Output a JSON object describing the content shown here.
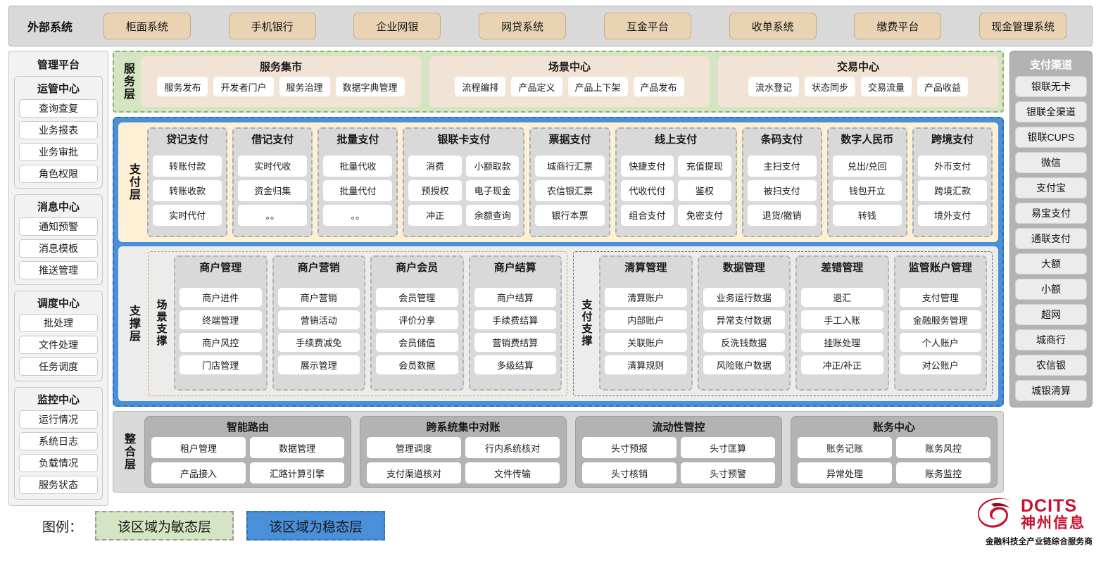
{
  "external": {
    "title": "外部系统",
    "items": [
      "柜面系统",
      "手机银行",
      "企业网银",
      "网贷系统",
      "互金平台",
      "收单系统",
      "缴费平台",
      "现金管理系统"
    ]
  },
  "management": {
    "title": "管理平台",
    "groups": [
      {
        "title": "运管中心",
        "items": [
          "查询查复",
          "业务报表",
          "业务审批",
          "角色权限"
        ]
      },
      {
        "title": "消息中心",
        "items": [
          "通知预警",
          "消息模板",
          "推送管理"
        ]
      },
      {
        "title": "调度中心",
        "items": [
          "批处理",
          "文件处理",
          "任务调度"
        ]
      },
      {
        "title": "监控中心",
        "items": [
          "运行情况",
          "系统日志",
          "负载情况",
          "服务状态"
        ]
      }
    ]
  },
  "channels": {
    "title": "支付渠道",
    "items": [
      "银联无卡",
      "银联全渠道",
      "银联CUPS",
      "微信",
      "支付宝",
      "易宝支付",
      "通联支付",
      "大额",
      "小额",
      "超网",
      "城商行",
      "农信银",
      "城银清算"
    ]
  },
  "service_layer": {
    "label": "服务层",
    "groups": [
      {
        "title": "服务集市",
        "items": [
          "服务发布",
          "开发者门户",
          "服务治理",
          "数据字典管理"
        ]
      },
      {
        "title": "场景中心",
        "items": [
          "流程编排",
          "产品定义",
          "产品上下架",
          "产品发布"
        ]
      },
      {
        "title": "交易中心",
        "items": [
          "流水登记",
          "状态同步",
          "交易流量",
          "产品收益"
        ]
      }
    ]
  },
  "payment_layer": {
    "label": "支付层",
    "groups": [
      {
        "title": "贷记支付",
        "cols": 1,
        "rows": [
          [
            "转账付款"
          ],
          [
            "转账收款"
          ],
          [
            "实时代付"
          ]
        ]
      },
      {
        "title": "借记支付",
        "cols": 1,
        "rows": [
          [
            "实时代收"
          ],
          [
            "资金归集"
          ],
          [
            "。。"
          ]
        ]
      },
      {
        "title": "批量支付",
        "cols": 1,
        "rows": [
          [
            "批量代收"
          ],
          [
            "批量代付"
          ],
          [
            "。。"
          ]
        ]
      },
      {
        "title": "银联卡支付",
        "cols": 2,
        "rows": [
          [
            "消费",
            "小额取款"
          ],
          [
            "预授权",
            "电子现金"
          ],
          [
            "冲正",
            "余额查询"
          ]
        ]
      },
      {
        "title": "票据支付",
        "cols": 1,
        "rows": [
          [
            "城商行汇票"
          ],
          [
            "农信银汇票"
          ],
          [
            "银行本票"
          ]
        ]
      },
      {
        "title": "线上支付",
        "cols": 2,
        "rows": [
          [
            "快捷支付",
            "充值提现"
          ],
          [
            "代收代付",
            "鉴权"
          ],
          [
            "组合支付",
            "免密支付"
          ]
        ]
      },
      {
        "title": "条码支付",
        "cols": 1,
        "rows": [
          [
            "主扫支付"
          ],
          [
            "被扫支付"
          ],
          [
            "退货/撤销"
          ]
        ]
      },
      {
        "title": "数字人民币",
        "cols": 1,
        "rows": [
          [
            "兑出/兑回"
          ],
          [
            "钱包开立"
          ],
          [
            "转钱"
          ]
        ]
      },
      {
        "title": "跨境支付",
        "cols": 1,
        "rows": [
          [
            "外币支付"
          ],
          [
            "跨境汇款"
          ],
          [
            "境外支付"
          ]
        ]
      }
    ]
  },
  "support_layer": {
    "label": "支撑层",
    "scene": {
      "label": "场景支撑",
      "groups": [
        {
          "title": "商户管理",
          "items": [
            "商户进件",
            "终端管理",
            "商户风控",
            "门店管理"
          ]
        },
        {
          "title": "商户营销",
          "items": [
            "商户营销",
            "营销活动",
            "手续费减免",
            "展示管理"
          ]
        },
        {
          "title": "商户会员",
          "items": [
            "会员管理",
            "评价分享",
            "会员储值",
            "会员数据"
          ]
        },
        {
          "title": "商户结算",
          "items": [
            "商户结算",
            "手续费结算",
            "营销费结算",
            "多级结算"
          ]
        }
      ]
    },
    "paysup": {
      "label": "支付支撑",
      "groups": [
        {
          "title": "清算管理",
          "items": [
            "清算账户",
            "内部账户",
            "关联账户",
            "清算规则"
          ]
        },
        {
          "title": "数据管理",
          "items": [
            "业务运行数据",
            "异常支付数据",
            "反洗钱数据",
            "风险账户数据"
          ]
        },
        {
          "title": "差错管理",
          "items": [
            "退汇",
            "手工入账",
            "挂账处理",
            "冲正/补正"
          ]
        },
        {
          "title": "监管账户管理",
          "items": [
            "支付管理",
            "金融服务管理",
            "个人账户",
            "对公账户"
          ]
        }
      ]
    }
  },
  "integration_layer": {
    "label": "整合层",
    "groups": [
      {
        "title": "智能路由",
        "items": [
          "租户管理",
          "数据管理",
          "产品接入",
          "汇路计算引擎"
        ]
      },
      {
        "title": "跨系统集中对账",
        "items": [
          "管理调度",
          "行内系统核对",
          "支付渠道核对",
          "文件传输"
        ]
      },
      {
        "title": "流动性管控",
        "items": [
          "头寸预报",
          "头寸匡算",
          "头寸核销",
          "头寸预警"
        ]
      },
      {
        "title": "账务中心",
        "items": [
          "账务记账",
          "账务风控",
          "异常处理",
          "账务监控"
        ]
      }
    ]
  },
  "legend": {
    "label": "图例：",
    "agile": "该区域为敏态层",
    "stable": "该区域为稳态层"
  },
  "logo": {
    "brand": "DCITS",
    "brand_cn": "神州信息",
    "tagline": "金融科技全产业链综合服务商"
  },
  "colors": {
    "agile_green": "#d5e5c3",
    "stable_blue": "#4a90d9",
    "external_tan": "#e9d3b3",
    "payment_cream": "#fdf0d5",
    "brand_red": "#c8102e"
  }
}
